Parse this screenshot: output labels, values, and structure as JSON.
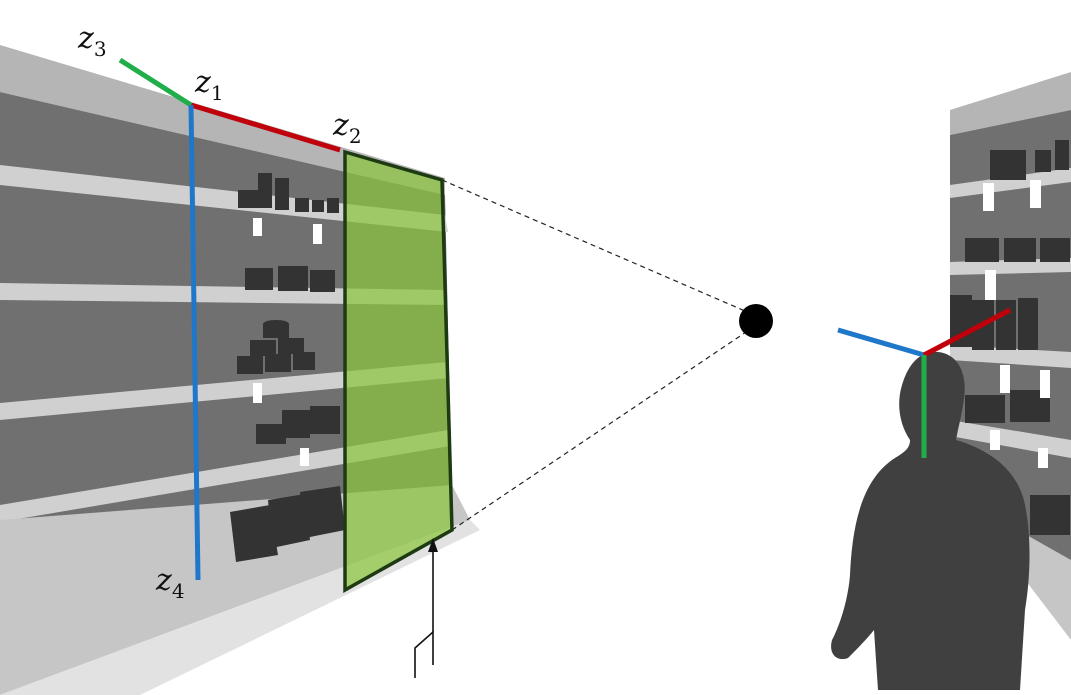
{
  "labels": {
    "z1": {
      "base": "z",
      "sub": "1"
    },
    "z2": {
      "base": "z",
      "sub": "2"
    },
    "z3": {
      "base": "z",
      "sub": "3"
    },
    "z4": {
      "base": "z",
      "sub": "4"
    }
  },
  "colors": {
    "axis_red": "#c0000a",
    "axis_blue": "#1f77c9",
    "axis_green": "#1fae4a",
    "plane_fill": "#8cc63f",
    "plane_edge": "#1d3a12",
    "shelf_dark": "#6d6d6d",
    "shelf_light": "#c8c8c8",
    "product": "#333333",
    "person": "#404040"
  }
}
